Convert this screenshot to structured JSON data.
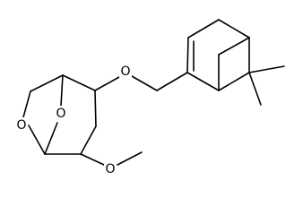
{
  "diagram": {
    "atoms": [
      {
        "id": "o_ether",
        "element": "O"
      },
      {
        "id": "o_bridge",
        "element": "O"
      },
      {
        "id": "o_ring",
        "element": "O"
      },
      {
        "id": "o_methoxy",
        "element": "O"
      }
    ]
  }
}
